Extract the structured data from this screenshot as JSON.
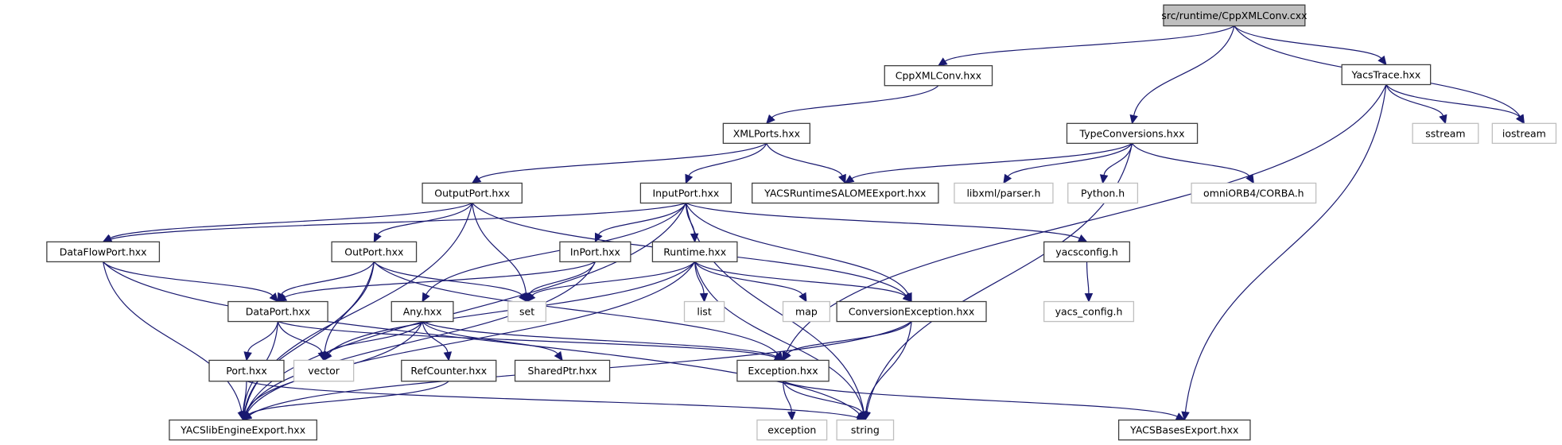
{
  "title": "src/runtime/CppXMLConv.cxx include dependency graph",
  "colors": {
    "edge": "#191970",
    "root_fill": "#bfbfbf",
    "node_border": "#404040",
    "external_border": "#bfbfbf"
  },
  "nodes": [
    {
      "id": "root",
      "label": "src/runtime/CppXMLConv.cxx",
      "kind": "root"
    },
    {
      "id": "cppxmlconv_hxx",
      "label": "CppXMLConv.hxx",
      "kind": "local"
    },
    {
      "id": "xmlports",
      "label": "XMLPorts.hxx",
      "kind": "local"
    },
    {
      "id": "typeconv",
      "label": "TypeConversions.hxx",
      "kind": "local"
    },
    {
      "id": "yacstrace",
      "label": "YacsTrace.hxx",
      "kind": "local"
    },
    {
      "id": "sstream",
      "label": "sstream",
      "kind": "external"
    },
    {
      "id": "iostream",
      "label": "iostream",
      "kind": "external"
    },
    {
      "id": "outputport",
      "label": "OutputPort.hxx",
      "kind": "local"
    },
    {
      "id": "inputport",
      "label": "InputPort.hxx",
      "kind": "local"
    },
    {
      "id": "yacsruntimesalome",
      "label": "YACSRuntimeSALOMEExport.hxx",
      "kind": "local"
    },
    {
      "id": "libxml",
      "label": "libxml/parser.h",
      "kind": "external"
    },
    {
      "id": "python",
      "label": "Python.h",
      "kind": "external"
    },
    {
      "id": "omniorb",
      "label": "omniORB4/CORBA.h",
      "kind": "external"
    },
    {
      "id": "dataflowport",
      "label": "DataFlowPort.hxx",
      "kind": "local"
    },
    {
      "id": "outport",
      "label": "OutPort.hxx",
      "kind": "local"
    },
    {
      "id": "inport",
      "label": "InPort.hxx",
      "kind": "local"
    },
    {
      "id": "runtime",
      "label": "Runtime.hxx",
      "kind": "local"
    },
    {
      "id": "yacsconfig",
      "label": "yacsconfig.h",
      "kind": "local"
    },
    {
      "id": "dataport",
      "label": "DataPort.hxx",
      "kind": "local"
    },
    {
      "id": "any",
      "label": "Any.hxx",
      "kind": "local"
    },
    {
      "id": "set",
      "label": "set",
      "kind": "external"
    },
    {
      "id": "list",
      "label": "list",
      "kind": "external"
    },
    {
      "id": "map",
      "label": "map",
      "kind": "external"
    },
    {
      "id": "convexc",
      "label": "ConversionException.hxx",
      "kind": "local"
    },
    {
      "id": "yacs_config",
      "label": "yacs_config.h",
      "kind": "external"
    },
    {
      "id": "port",
      "label": "Port.hxx",
      "kind": "local"
    },
    {
      "id": "vector",
      "label": "vector",
      "kind": "external"
    },
    {
      "id": "refcounter",
      "label": "RefCounter.hxx",
      "kind": "local"
    },
    {
      "id": "sharedptr",
      "label": "SharedPtr.hxx",
      "kind": "local"
    },
    {
      "id": "exception_hxx",
      "label": "Exception.hxx",
      "kind": "local"
    },
    {
      "id": "yacslibengine",
      "label": "YACSlibEngineExport.hxx",
      "kind": "local"
    },
    {
      "id": "exception",
      "label": "exception",
      "kind": "external"
    },
    {
      "id": "string",
      "label": "string",
      "kind": "external"
    },
    {
      "id": "yacsbases",
      "label": "YACSBasesExport.hxx",
      "kind": "local"
    }
  ],
  "edges": [
    [
      "root",
      "cppxmlconv_hxx"
    ],
    [
      "root",
      "typeconv"
    ],
    [
      "root",
      "yacstrace"
    ],
    [
      "root",
      "iostream"
    ],
    [
      "cppxmlconv_hxx",
      "xmlports"
    ],
    [
      "xmlports",
      "outputport"
    ],
    [
      "xmlports",
      "inputport"
    ],
    [
      "xmlports",
      "yacsruntimesalome"
    ],
    [
      "typeconv",
      "yacsruntimesalome"
    ],
    [
      "typeconv",
      "libxml"
    ],
    [
      "typeconv",
      "python"
    ],
    [
      "typeconv",
      "omniorb"
    ],
    [
      "typeconv",
      "string"
    ],
    [
      "yacstrace",
      "sstream"
    ],
    [
      "yacstrace",
      "iostream"
    ],
    [
      "yacstrace",
      "exception_hxx"
    ],
    [
      "yacstrace",
      "yacsbases"
    ],
    [
      "outputport",
      "dataflowport"
    ],
    [
      "outputport",
      "outport"
    ],
    [
      "outputport",
      "set"
    ],
    [
      "outputport",
      "convexc"
    ],
    [
      "outputport",
      "yacslibengine"
    ],
    [
      "inputport",
      "dataflowport"
    ],
    [
      "inputport",
      "inport"
    ],
    [
      "inputport",
      "runtime"
    ],
    [
      "inputport",
      "any"
    ],
    [
      "inputport",
      "convexc"
    ],
    [
      "inputport",
      "yacsconfig"
    ],
    [
      "inputport",
      "string"
    ],
    [
      "inputport",
      "yacslibengine"
    ],
    [
      "dataflowport",
      "dataport"
    ],
    [
      "dataflowport",
      "yacslibengine"
    ],
    [
      "dataflowport",
      "string"
    ],
    [
      "outport",
      "dataport"
    ],
    [
      "outport",
      "set"
    ],
    [
      "outport",
      "vector"
    ],
    [
      "outport",
      "exception_hxx"
    ],
    [
      "outport",
      "yacslibengine"
    ],
    [
      "inport",
      "dataport"
    ],
    [
      "inport",
      "set"
    ],
    [
      "inport",
      "yacslibengine"
    ],
    [
      "runtime",
      "set"
    ],
    [
      "runtime",
      "list"
    ],
    [
      "runtime",
      "map"
    ],
    [
      "runtime",
      "convexc"
    ],
    [
      "runtime",
      "vector"
    ],
    [
      "runtime",
      "string"
    ],
    [
      "runtime",
      "yacslibengine"
    ],
    [
      "yacsconfig",
      "yacs_config"
    ],
    [
      "dataport",
      "port"
    ],
    [
      "dataport",
      "vector"
    ],
    [
      "dataport",
      "exception_hxx"
    ],
    [
      "dataport",
      "yacslibengine"
    ],
    [
      "any",
      "vector"
    ],
    [
      "any",
      "refcounter"
    ],
    [
      "any",
      "sharedptr"
    ],
    [
      "any",
      "exception_hxx"
    ],
    [
      "any",
      "yacslibengine"
    ],
    [
      "convexc",
      "exception_hxx"
    ],
    [
      "convexc",
      "string"
    ],
    [
      "convexc",
      "yacslibengine"
    ],
    [
      "port",
      "yacslibengine"
    ],
    [
      "port",
      "string"
    ],
    [
      "refcounter",
      "yacslibengine"
    ],
    [
      "exception_hxx",
      "exception"
    ],
    [
      "exception_hxx",
      "string"
    ],
    [
      "exception_hxx",
      "yacsbases"
    ]
  ]
}
